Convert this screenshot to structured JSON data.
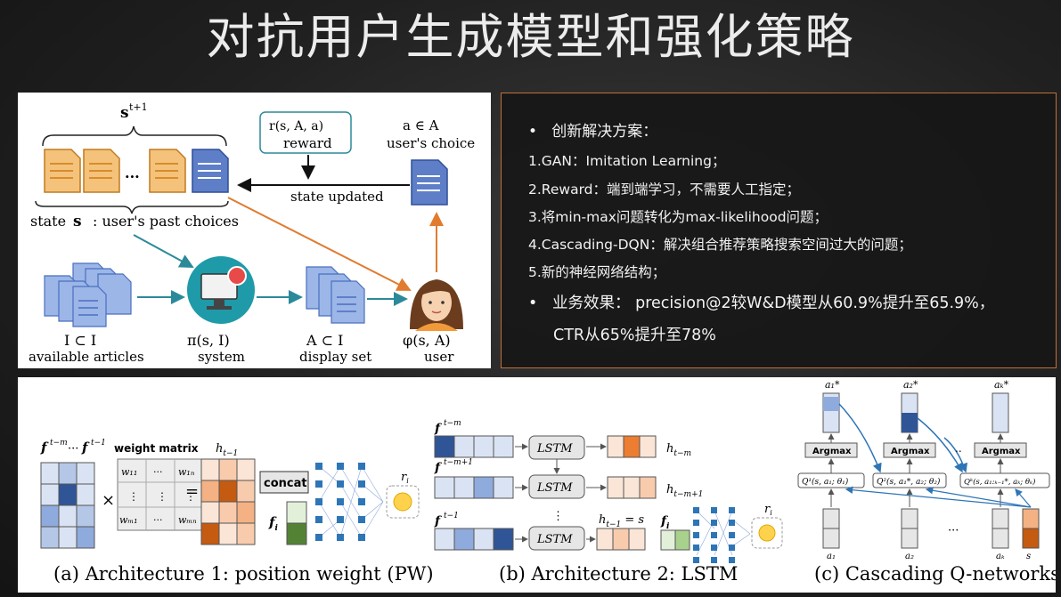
{
  "slide": {
    "title": "对抗用户生成模型和强化策略"
  },
  "top_diagram": {
    "state_next": "s",
    "state_next_sup": "t+1",
    "reward_formula": "r(s, A, a)",
    "reward_label": "reward",
    "choice_formula": "a ∈ A",
    "choice_label": "user's choice",
    "state_updated": "state updated",
    "state_prefix": "state",
    "state_var": "s",
    "state_suffix": ": user's past choices",
    "articles_formula": "I ⊂ I",
    "articles_label": "available articles",
    "system_formula": "π(s, I)",
    "system_label": "system",
    "display_formula": "A ⊂ I",
    "display_label": "display set",
    "user_formula": "φ(s, A)",
    "user_label": "user",
    "ellipsis": "..."
  },
  "text_panel": {
    "bullet1": "创新解决方案：",
    "item1": "1.GAN：Imitation Learning；",
    "item2": "2.Reward：端到端学习，不需要人工指定；",
    "item3": "3.将min-max问题转化为max-likelihood问题；",
    "item4": "4.Cascading-DQN：解决组合推荐策略搜索空间过大的问题；",
    "item5": "5.新的神经网络结构；",
    "bullet2_line1": "业务效果： precision@2较W&D模型从60.9%提升至65.9%，",
    "bullet2_line2": "CTR从65%提升至78%",
    "bullet_mark": "•",
    "accent_border": "#c0703a"
  },
  "bottom_diagram": {
    "caption_a": "(a) Architecture 1: position weight (PW)",
    "caption_b": "(b) Architecture 2: LSTM",
    "caption_c": "(c) Cascading Q-networks",
    "weight_matrix": "weight matrix",
    "concat": "concat",
    "lstm": "LSTM",
    "argmax": "Argmax",
    "h_t1": "h",
    "times": "×",
    "equals": "=",
    "colors": {
      "blue": "#2f5597",
      "light_blue": "#8faadc",
      "orange": "#c55a11",
      "light_orange": "#f8cbad",
      "green": "#548235"
    }
  }
}
